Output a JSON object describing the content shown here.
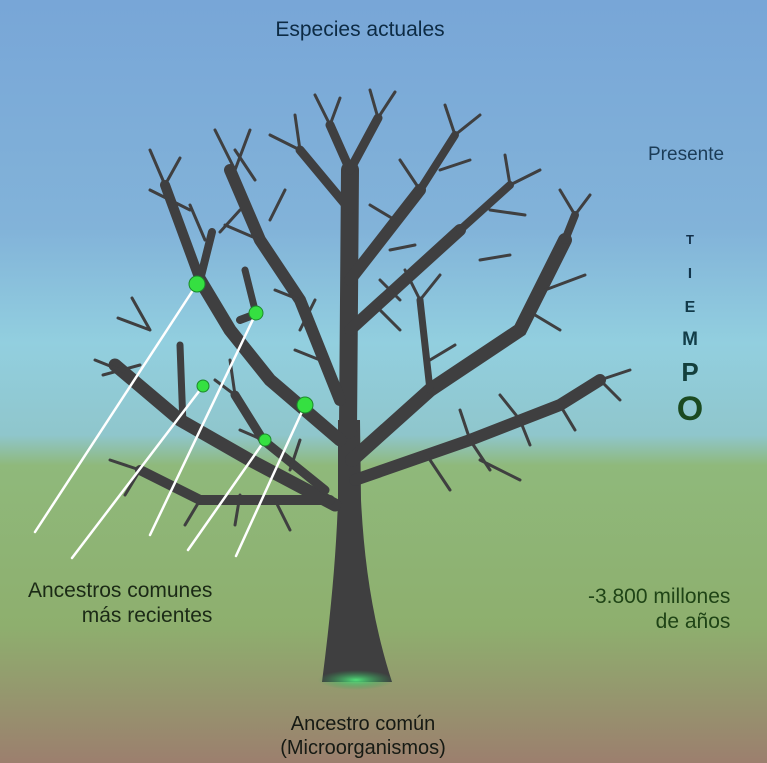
{
  "labels": {
    "top": "Especies actuales",
    "present": "Presente",
    "time_letters": [
      "T",
      "I",
      "E",
      "M",
      "P",
      "O"
    ],
    "past_line1": "-3.800  millones",
    "past_line2": "de  años",
    "recent_line1": "Ancestros comunes",
    "recent_line2": "más recientes",
    "root_line1": "Ancestro común",
    "root_line2": "(Microorganismos)"
  },
  "colors": {
    "sky_top": "#7fa9d6",
    "sky_mid": "#8ec9dd",
    "ground": "#8cb66c",
    "soil": "#9a7f6a",
    "tree": "#3f3f40",
    "node": "#33e03f",
    "root_glow": "#3fbf5f",
    "pointer_lines": "#ffffff"
  },
  "icons": {
    "node": "green-star-node-icon"
  }
}
